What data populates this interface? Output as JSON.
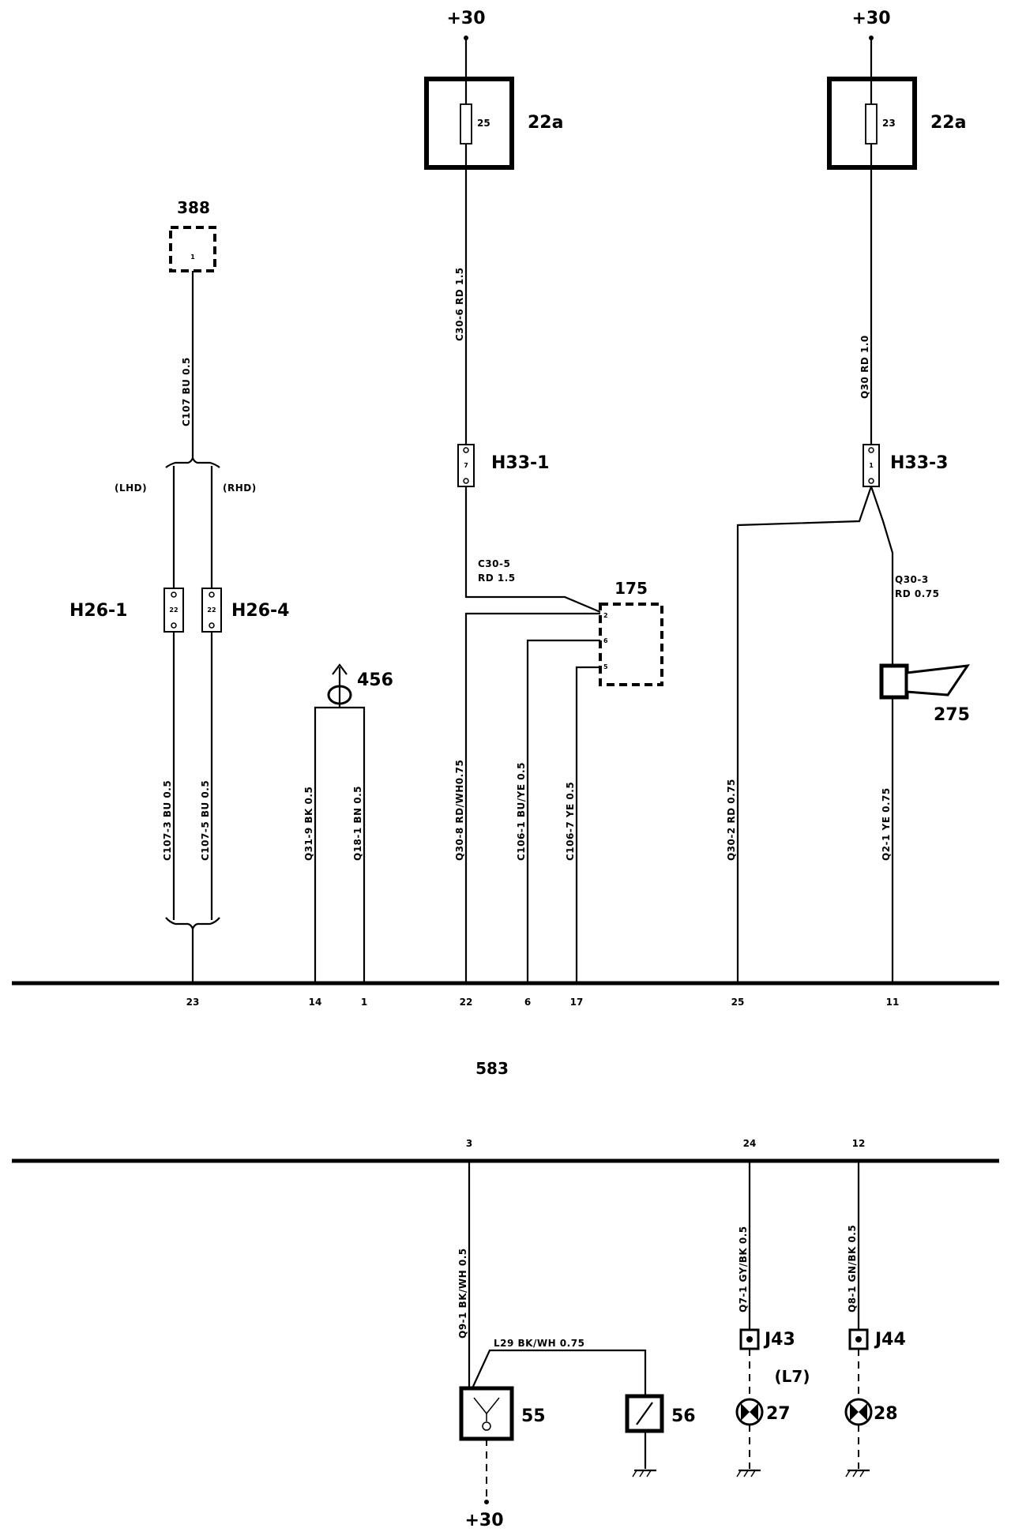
{
  "supply": {
    "plus30": "+30"
  },
  "fuses": {
    "left_number": "25",
    "right_number": "23",
    "box_label": "22a"
  },
  "connectors": {
    "h33_1": "H33-1",
    "h33_1_pin": "7",
    "h33_3": "H33-3",
    "h33_3_pin": "1",
    "h26_1": "H26-1",
    "h26_4": "H26-4",
    "h26_pins": "22",
    "c388": "388",
    "c388_pin": "1",
    "c175": "175",
    "c175_pin_a": "2",
    "c175_pin_b": "6",
    "c175_pin_c": "5",
    "c456": "456",
    "c275": "275",
    "lhd": "(LHD)",
    "rhd": "(RHD)"
  },
  "wires": {
    "c107": "C107  BU 0.5",
    "c30_6": "C30-6  RD  1.5",
    "q30": "Q30  RD 1.0",
    "c30_5_a": "C30-5",
    "c30_5_b": "RD  1.5",
    "q30_3_a": "Q30-3",
    "q30_3_b": "RD 0.75",
    "c107_3": "C107-3   BU   0.5",
    "c107_5": "C107-5   BU   0.5",
    "q31_9": "Q31-9   BK   0.5",
    "q18_1": "Q18-1   BN  0.5",
    "q30_8": "Q30-8  RD/WH0.75",
    "c106_1": "C106-1   BU/YE  0.5",
    "c106_7": "C106-7   YE   0.5",
    "q30_2": "Q30-2    RD   0.75",
    "q2_1": "Q2-1    YE   0.75",
    "q9_1": "Q9-1   BK/WH 0.5",
    "l29": "L29  BK/WH 0.75",
    "q7_1": "Q7-1  GY/BK 0.5",
    "q8_1": "Q8-1  GN/BK 0.5"
  },
  "bus_top_pins": [
    "23",
    "14",
    "1",
    "22",
    "6",
    "17",
    "25",
    "11"
  ],
  "bus_bottom_pins": [
    "3",
    "24",
    "12"
  ],
  "module": "583",
  "components": {
    "c55": "55",
    "c56": "56",
    "j43": "J43",
    "j44": "J44",
    "l7": "(L7)",
    "c27": "27",
    "c28": "28"
  }
}
